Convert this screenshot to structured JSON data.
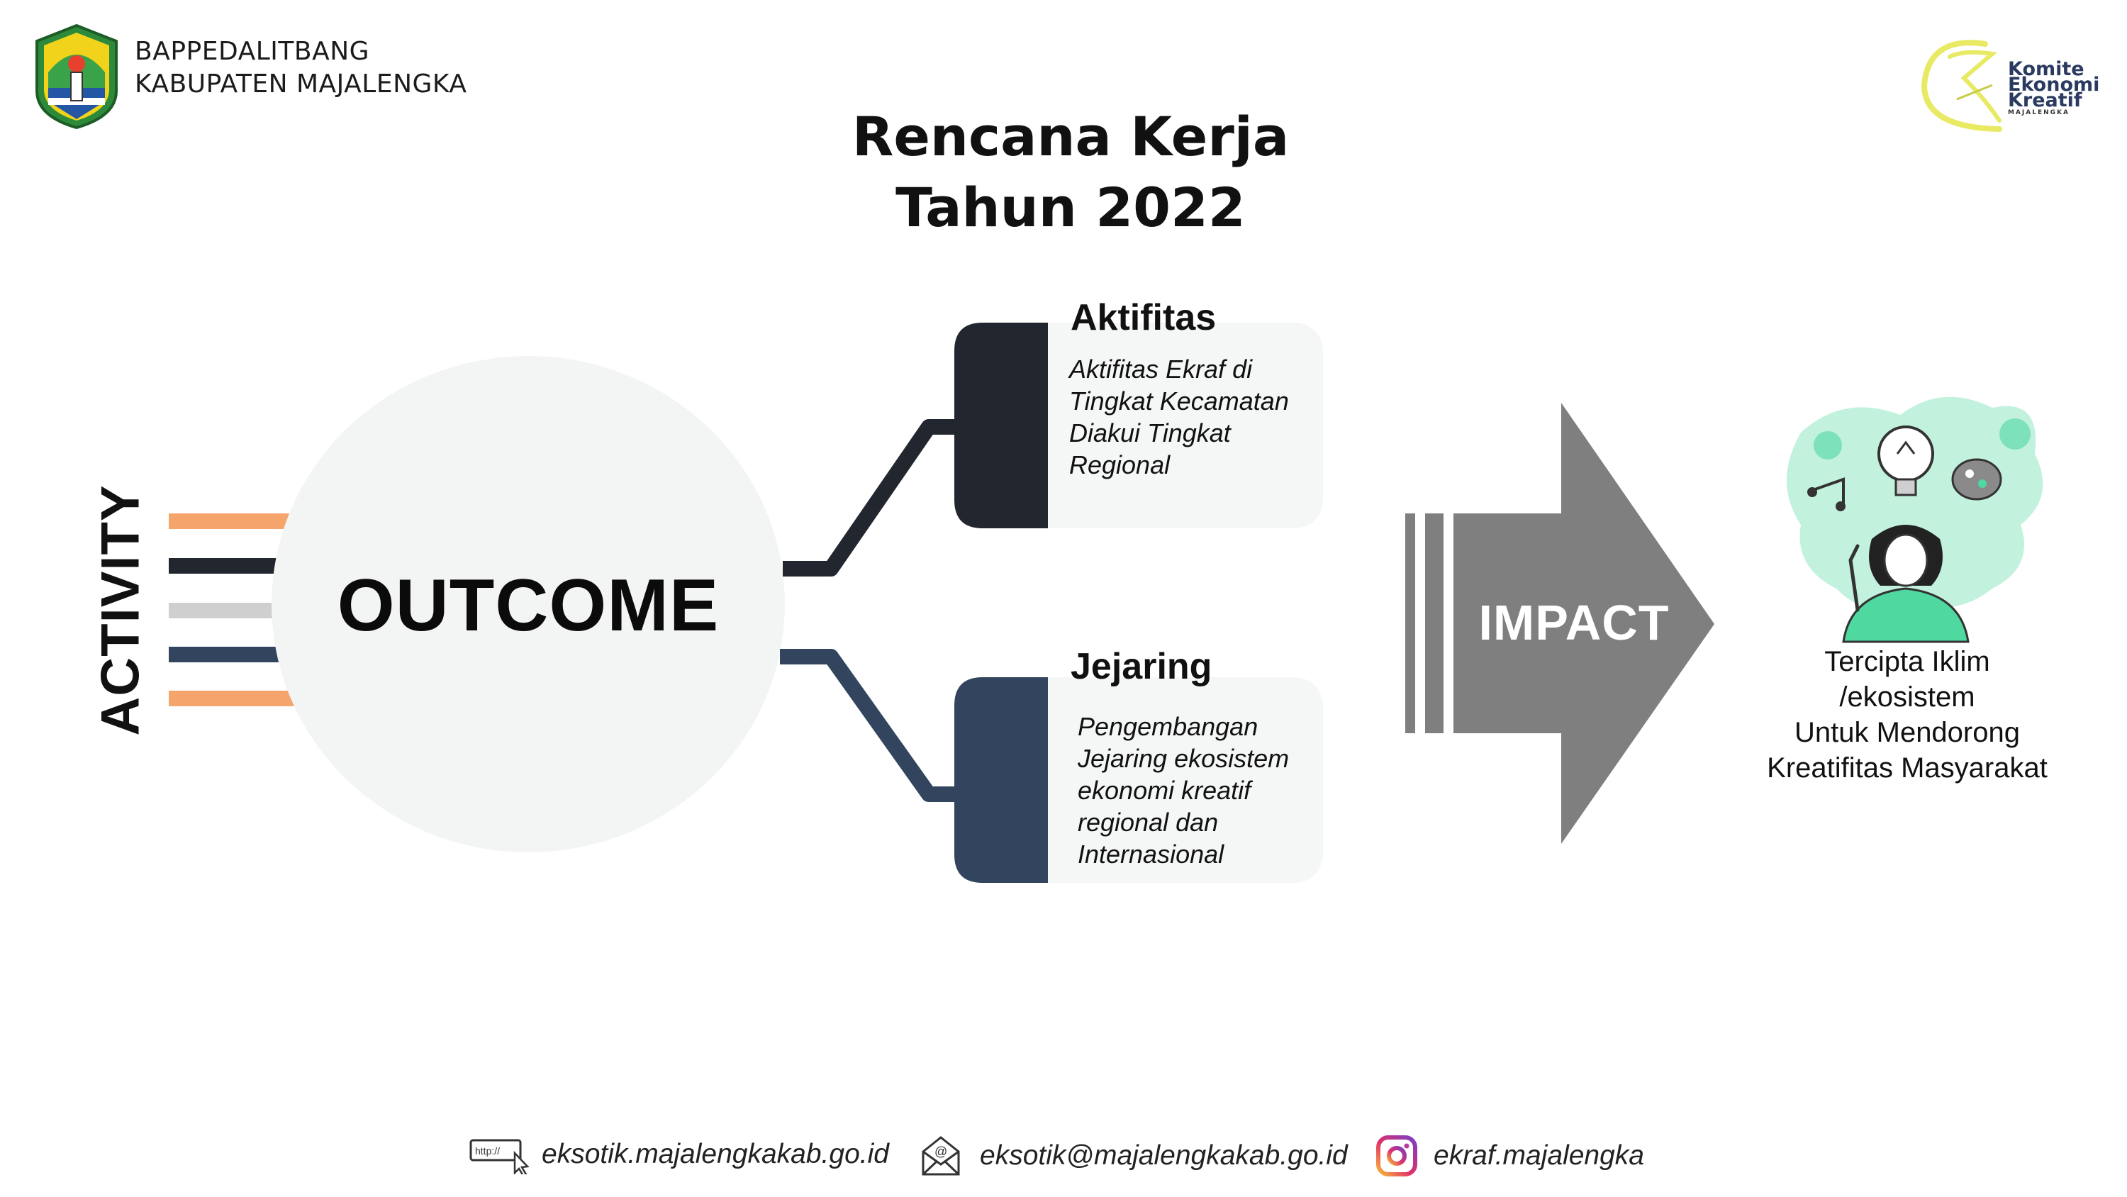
{
  "header": {
    "org_line1": "BAPPEDALITBANG",
    "org_line2": "KABUPATEN MAJALENGKA",
    "partner_logo": {
      "line1": "Komite",
      "line2": "Ekonomi",
      "line3": "Kreatif",
      "line4": "MAJALENGKA"
    }
  },
  "title": {
    "line1": "Rencana Kerja",
    "line2": "Tahun 2022"
  },
  "diagram": {
    "activity_label": "ACTIVITY",
    "outcome_label": "OUTCOME",
    "boxes": [
      {
        "heading": "Aktifitas",
        "body": "Aktifitas Ekraf di\nTingkat Kecamatan\nDiakui Tingkat\nRegional",
        "color": "#22262e"
      },
      {
        "heading": "Jejaring",
        "body": "Pengembangan\nJejaring ekosistem\nekonomi kreatif\nregional dan\nInternasional",
        "color": "#33455e"
      }
    ],
    "impact_label": "IMPACT",
    "impact_description": "Tercipta Iklim\n/ekosistem\nUntuk Mendorong\nKreatifitas Masyarakat",
    "colors": {
      "orange": "#f5a46b",
      "dark": "#22262e",
      "gray_line": "#cfcfcf",
      "navy": "#33455e",
      "circle": "#f3f5f4",
      "arrow": "#7f7f7f",
      "green": "#4fd8a0"
    }
  },
  "footer": {
    "website_icon_text": "http://",
    "website": "eksotik.majalengkakab.go.id",
    "email": "eksotik@majalengkakab.go.id",
    "instagram": "ekraf.majalengka",
    "icons": [
      "web-cursor-icon",
      "envelope-icon",
      "instagram-icon"
    ]
  }
}
